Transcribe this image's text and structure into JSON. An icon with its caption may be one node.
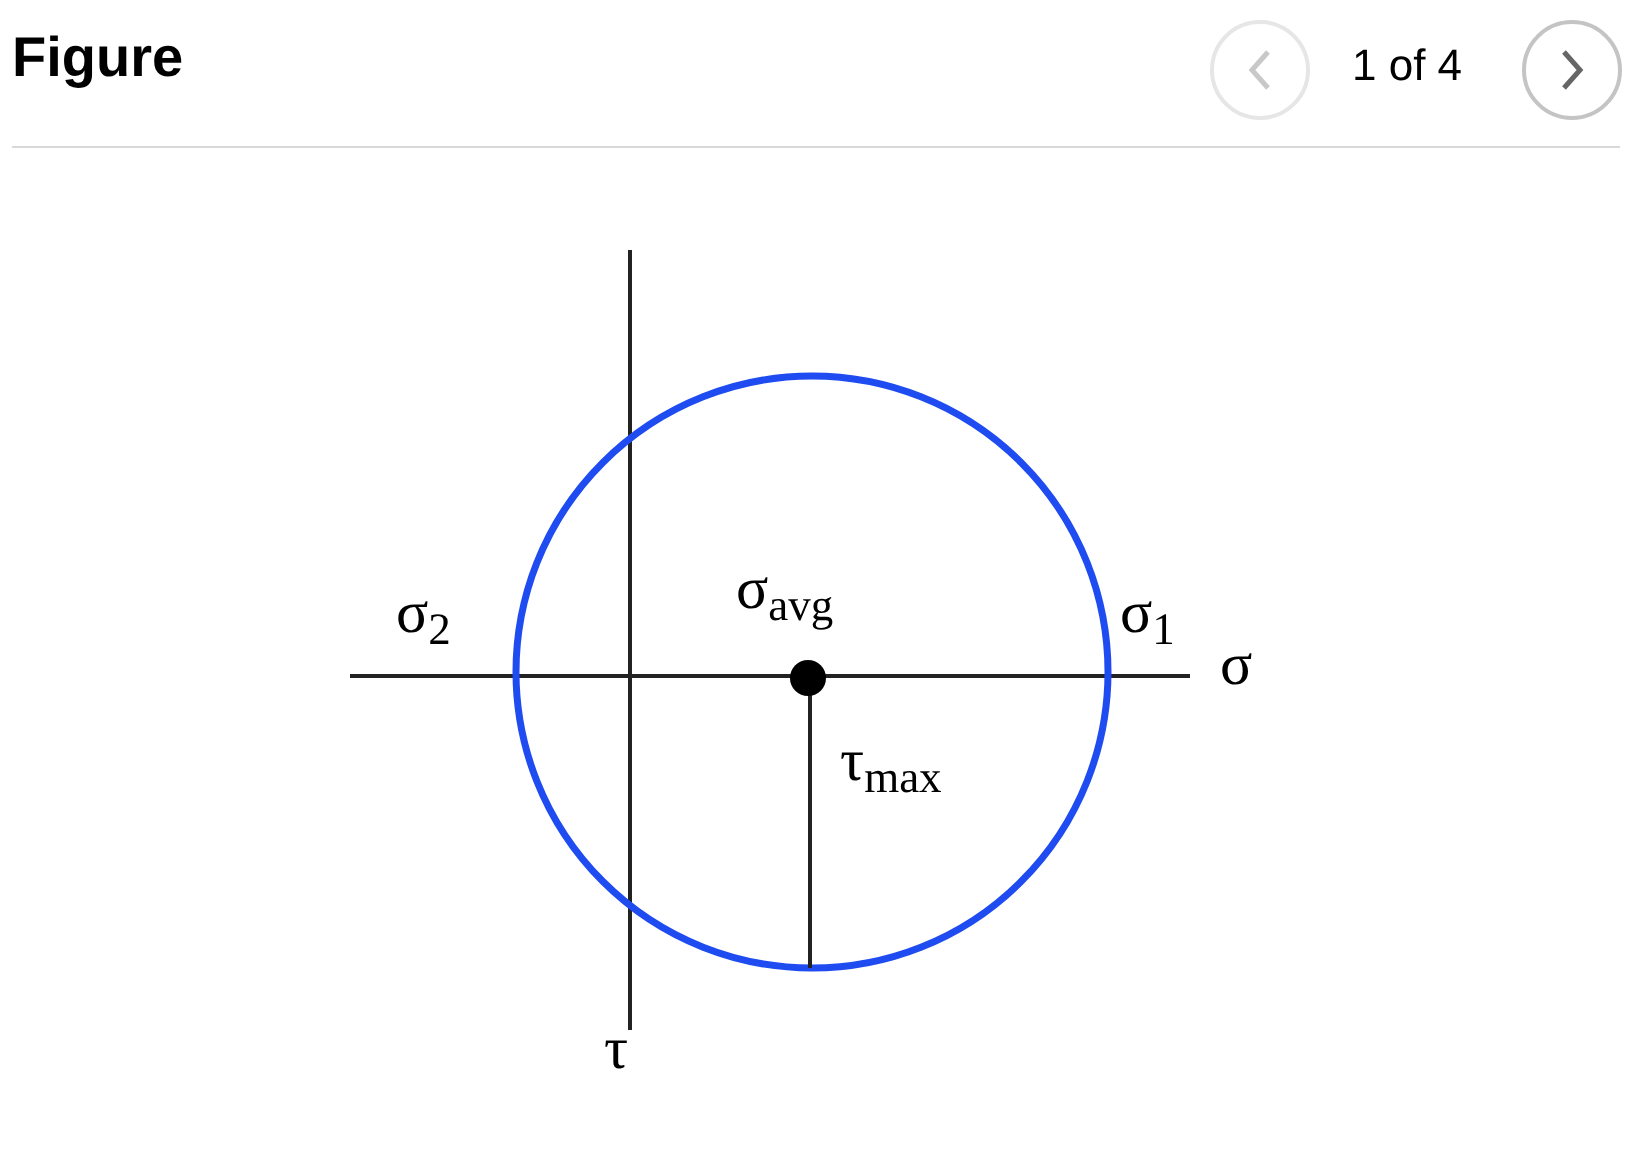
{
  "diagram": {
    "title": "Figure",
    "labels": [
      "1 of 4",
      "σ$_{2}$",
      "σ$_{avg}$",
      "σ$_{1}$",
      "σ",
      "τ$_{max}$",
      "τ"
    ]
  }
}
